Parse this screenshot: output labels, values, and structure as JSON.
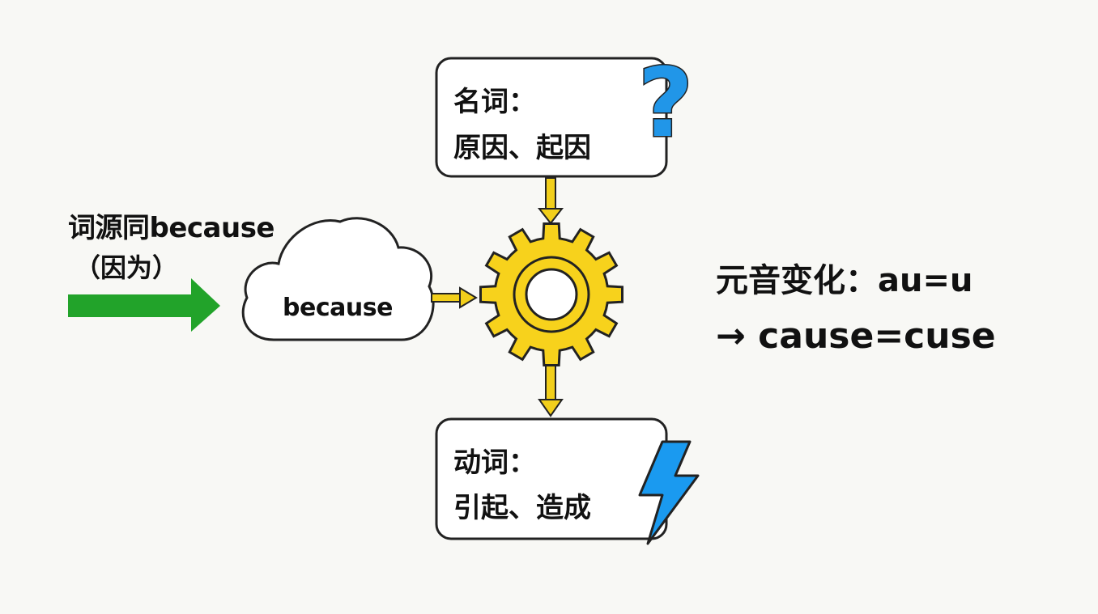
{
  "origin": {
    "line1": "词源同because",
    "line2": "（因为）"
  },
  "cloud": {
    "label": "because"
  },
  "noun_box": {
    "line1": "名词：",
    "line2": "原因、起因"
  },
  "verb_box": {
    "line1": "动词：",
    "line2": "引起、造成"
  },
  "rule": {
    "line1": "元音变化：au=u",
    "line2": "→ cause=cuse"
  },
  "icons": {
    "question": "question-mark-icon",
    "lightning": "lightning-bolt-icon",
    "gear": "gear-icon",
    "cloud": "cloud-icon",
    "arrow": "arrow-right-icon"
  },
  "colors": {
    "green_arrow": "#22a32a",
    "gear_yellow": "#f7d21c",
    "connector_yellow": "#f2cf1b",
    "question_blue": "#2196e8",
    "lightning_blue": "#1a9af0",
    "outline": "#222222"
  }
}
